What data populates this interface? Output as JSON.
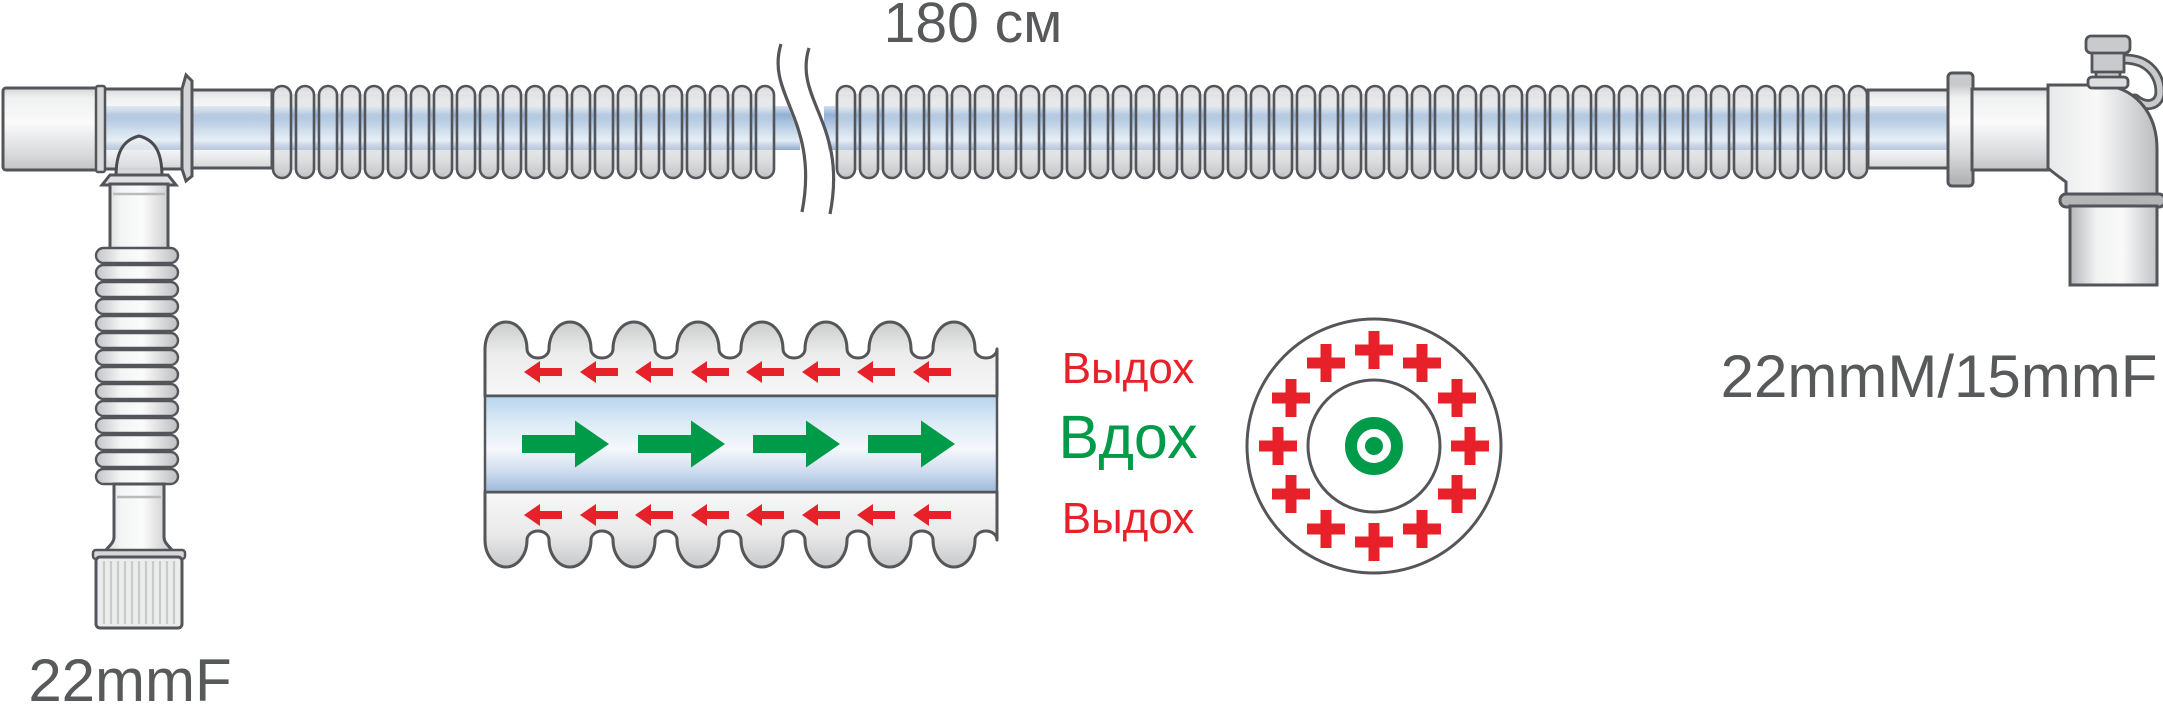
{
  "illustration": {
    "length_label": "180 см",
    "left_port_label": "22mmF",
    "right_port_label": "22mmM/15mmF"
  },
  "flow_diagram": {
    "exhale_top_label": "Выдох",
    "inhale_label": "Вдох",
    "exhale_bottom_label": "Выдох",
    "exhale_arrow_rows": 2,
    "exhale_arrows_per_row": 8,
    "inhale_arrow_count": 4
  },
  "cross_section_circle": {
    "exhale_plus_count": 12,
    "inhale_center_symbol": "circled-dot"
  },
  "colors": {
    "exhale_red": "#e62129",
    "inhale_green": "#009b48",
    "label_gray": "#58595b",
    "tube_blue": "#8fadd2",
    "outline_gray": "#54555a"
  }
}
